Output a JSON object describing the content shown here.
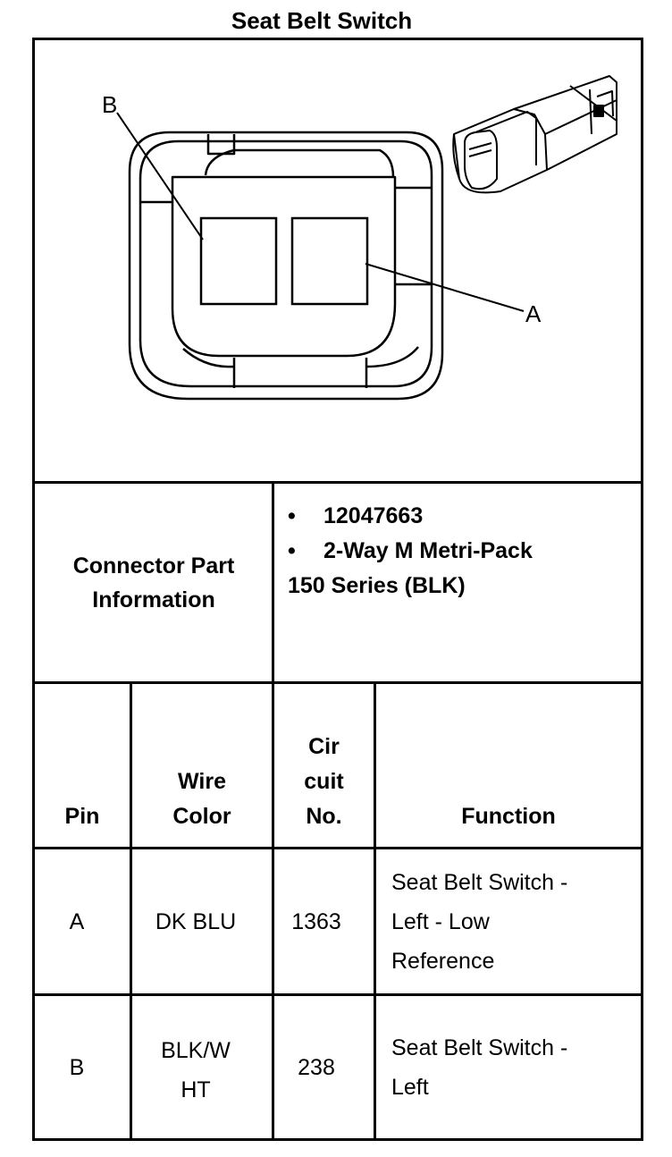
{
  "title": "Seat Belt Switch",
  "diagram": {
    "label_a": "A",
    "label_b": "B"
  },
  "connector": {
    "label": "Connector Part Information",
    "label_line1": "Connector Part",
    "label_line2": "Information",
    "bullet": "•",
    "part_number": "12047663",
    "description_line1": "2-Way M Metri-Pack",
    "description_line2": "150 Series (BLK)"
  },
  "table": {
    "headers": {
      "pin": "Pin",
      "wire_color_1": "Wire",
      "wire_color_2": "Color",
      "circuit_1": "Cir",
      "circuit_2": "cuit",
      "circuit_3": "No.",
      "function": "Function"
    },
    "rows": [
      {
        "pin": "A",
        "wire_color": "DK BLU",
        "circuit": "1363",
        "function_1": "Seat Belt Switch -",
        "function_2": "Left - Low",
        "function_3": "Reference"
      },
      {
        "pin": "B",
        "wire_color_1": "BLK/W",
        "wire_color_2": "HT",
        "circuit": "238",
        "function_1": "Seat Belt Switch -",
        "function_2": "Left"
      }
    ]
  }
}
